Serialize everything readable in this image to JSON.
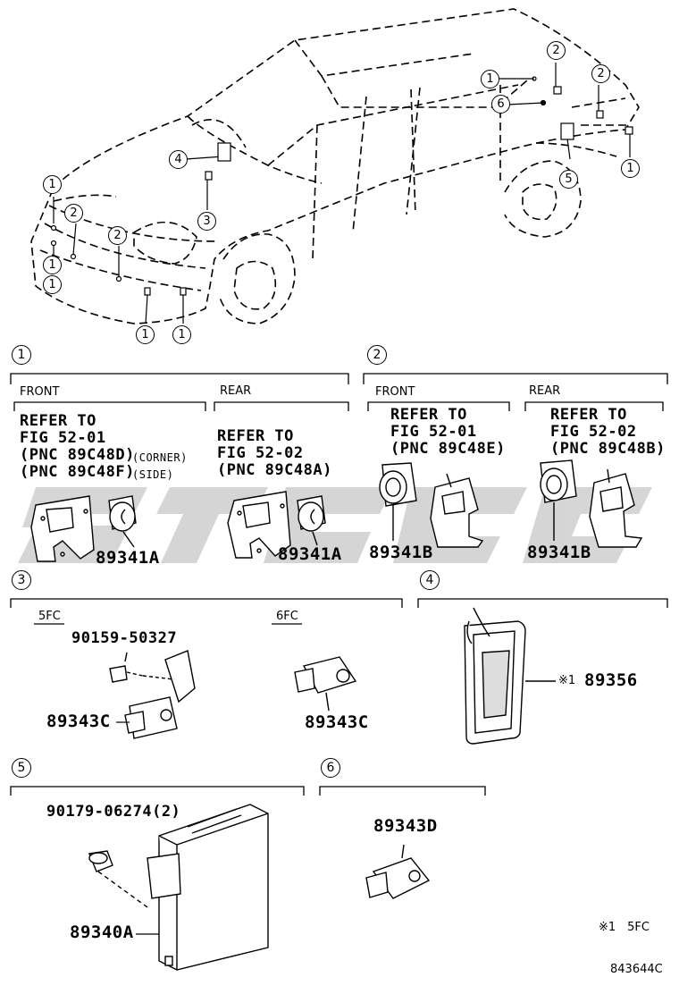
{
  "car_callouts": [
    "1",
    "2",
    "2",
    "1",
    "6",
    "1",
    "2",
    "4",
    "5",
    "1",
    "3",
    "2",
    "1",
    "1",
    "1"
  ],
  "sections": [
    {
      "num": "1",
      "groups": [
        {
          "header": "FRONT",
          "ref_lines": [
            "REFER TO",
            "FIG 52-01",
            "(PNC 89C48D)",
            "(PNC 89C48F)"
          ],
          "notes": [
            "(CORNER)",
            "(SIDE)"
          ],
          "part": "89341A"
        },
        {
          "header": "REAR",
          "ref_lines": [
            "REFER TO",
            "FIG 52-02",
            "(PNC 89C48A)"
          ],
          "part": "89341A"
        }
      ]
    },
    {
      "num": "2",
      "groups": [
        {
          "header": "FRONT",
          "ref_lines": [
            "REFER TO",
            "FIG 52-01",
            "(PNC 89C48E)"
          ],
          "part": "89341B"
        },
        {
          "header": "REAR",
          "ref_lines": [
            "REFER TO",
            "FIG 52-02",
            "(PNC 89C48B)"
          ],
          "part": "89341B"
        }
      ]
    },
    {
      "num": "3",
      "groups": [
        {
          "header": "5FC",
          "bolt": "90159-50327",
          "part": "89343C"
        },
        {
          "header": "6FC",
          "part": "89343C"
        }
      ]
    },
    {
      "num": "4",
      "mark": "※1",
      "part": "89356"
    },
    {
      "num": "5",
      "nut": "90179-06274(2)",
      "part": "89340A"
    },
    {
      "num": "6",
      "part": "89343D"
    }
  ],
  "footnote": "※1　5FC",
  "diagram_code": "843644C"
}
